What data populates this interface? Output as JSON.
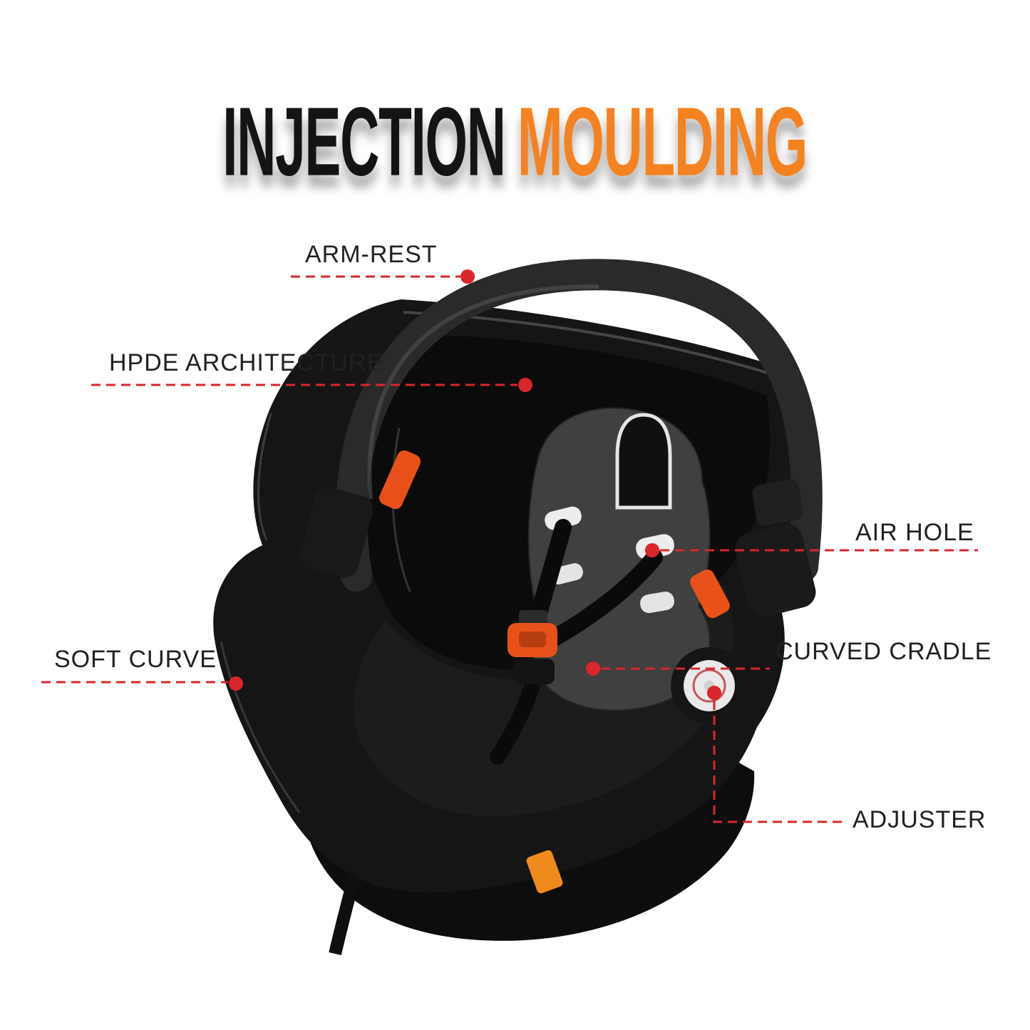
{
  "title": {
    "word1": "INJECTION",
    "word2": "MOULDING"
  },
  "colors": {
    "title_black": "#141414",
    "title_orange": "#F58220",
    "callout_red": "#D8262C",
    "background": "#FFFFFF",
    "seat_shell": "#151515",
    "harness_orange": "#E8521A"
  },
  "illustration": {
    "alt": "Black infant car seat carrier with carry handle, grey padded insert, black harness straps and orange buckle"
  },
  "callouts": [
    {
      "id": "arm-rest",
      "label": "ARM-REST"
    },
    {
      "id": "hpde-architecture",
      "label": "HPDE ARCHITECTURE"
    },
    {
      "id": "air-hole",
      "label": "AIR HOLE"
    },
    {
      "id": "soft-curve",
      "label": "SOFT CURVE"
    },
    {
      "id": "curved-cradle",
      "label": "CURVED CRADLE"
    },
    {
      "id": "adjuster",
      "label": "ADJUSTER"
    }
  ]
}
